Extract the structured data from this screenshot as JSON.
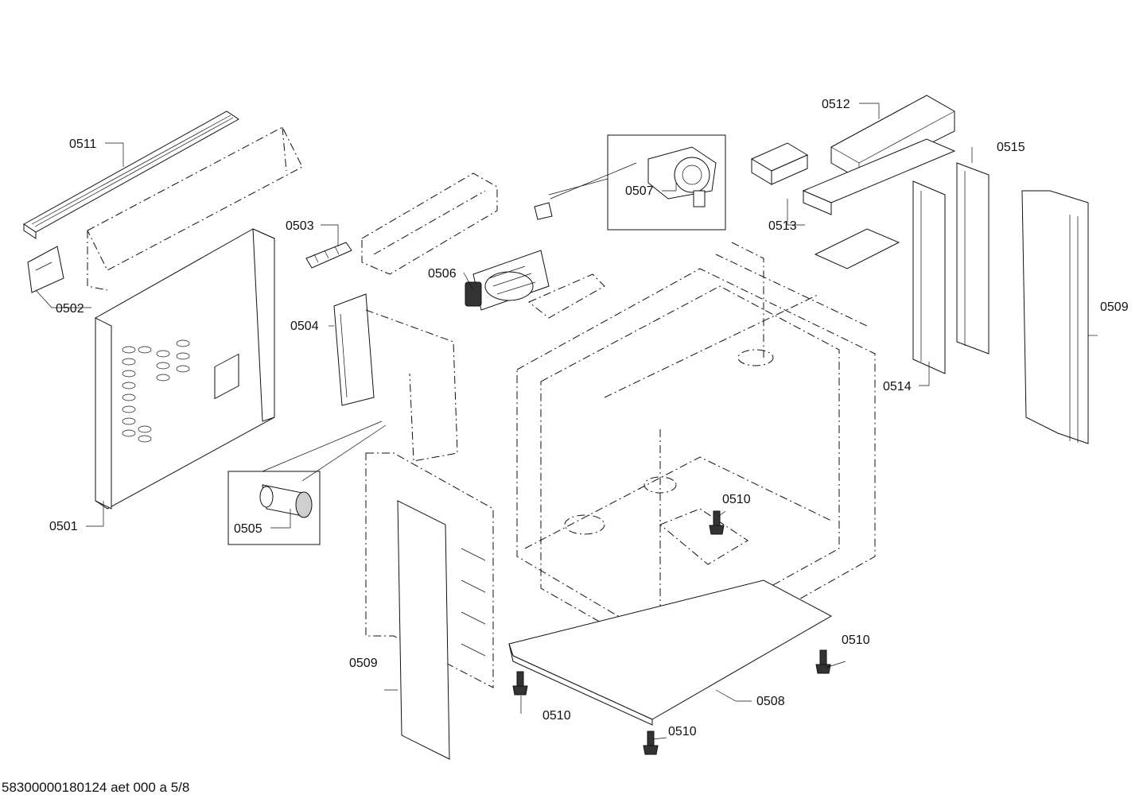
{
  "labels": {
    "p0501": "0501",
    "p0502": "0502",
    "p0503": "0503",
    "p0504": "0504",
    "p0505": "0505",
    "p0506": "0506",
    "p0507": "0507",
    "p0508": "0508",
    "p0509a": "0509",
    "p0509b": "0509",
    "p0510a": "0510",
    "p0510b": "0510",
    "p0510c": "0510",
    "p0510d": "0510",
    "p0511": "0511",
    "p0512": "0512",
    "p0513": "0513",
    "p0514": "0514",
    "p0515": "0515"
  },
  "footer": "58300000180124 aet 000 a 5/8"
}
